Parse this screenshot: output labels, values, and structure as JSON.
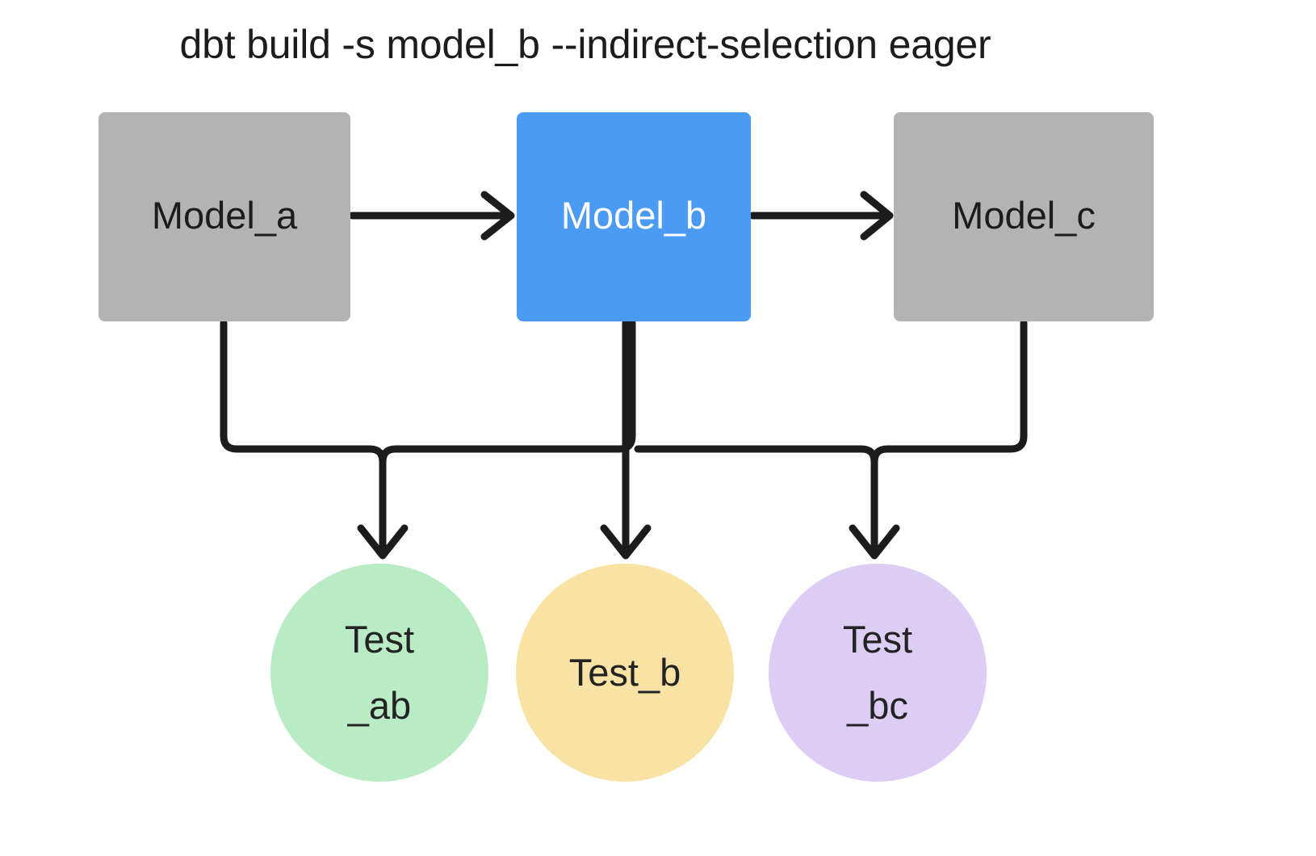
{
  "diagram": {
    "title": "dbt build -s model_b --indirect-selection eager",
    "background": "#ffffff",
    "edge_color": "#1c1c1c"
  },
  "nodes": {
    "models": [
      {
        "id": "model_a",
        "label": "Model_a",
        "shape": "rectangle",
        "fill": "#b3b3b3",
        "text_color": "#1c1c1c",
        "selected": false
      },
      {
        "id": "model_b",
        "label": "Model_b",
        "shape": "rectangle",
        "fill": "#4b9bf5",
        "text_color": "#ffffff",
        "selected": true
      },
      {
        "id": "model_c",
        "label": "Model_c",
        "shape": "rectangle",
        "fill": "#b3b3b3",
        "text_color": "#1c1c1c",
        "selected": false
      }
    ],
    "tests": [
      {
        "id": "test_ab",
        "label_line1": "Test",
        "label_line2": "_ab",
        "shape": "circle",
        "fill": "#b9ecc5",
        "text_color": "#232323"
      },
      {
        "id": "test_b",
        "label_line1": "Test_b",
        "label_line2": "",
        "shape": "circle",
        "fill": "#f9e3a4",
        "text_color": "#232323"
      },
      {
        "id": "test_bc",
        "label_line1": "Test",
        "label_line2": "_bc",
        "shape": "circle",
        "fill": "#ddcdf5",
        "text_color": "#232323"
      }
    ]
  },
  "edges": [
    {
      "from": "model_a",
      "to": "model_b",
      "style": "straight-arrow"
    },
    {
      "from": "model_b",
      "to": "model_c",
      "style": "straight-arrow"
    },
    {
      "from": "model_a",
      "to": "test_ab",
      "style": "elbow-arrow"
    },
    {
      "from": "model_b",
      "to": "test_ab",
      "style": "elbow-arrow"
    },
    {
      "from": "model_b",
      "to": "test_b",
      "style": "straight-arrow"
    },
    {
      "from": "model_b",
      "to": "test_bc",
      "style": "elbow-arrow"
    },
    {
      "from": "model_c",
      "to": "test_bc",
      "style": "elbow-arrow"
    }
  ]
}
